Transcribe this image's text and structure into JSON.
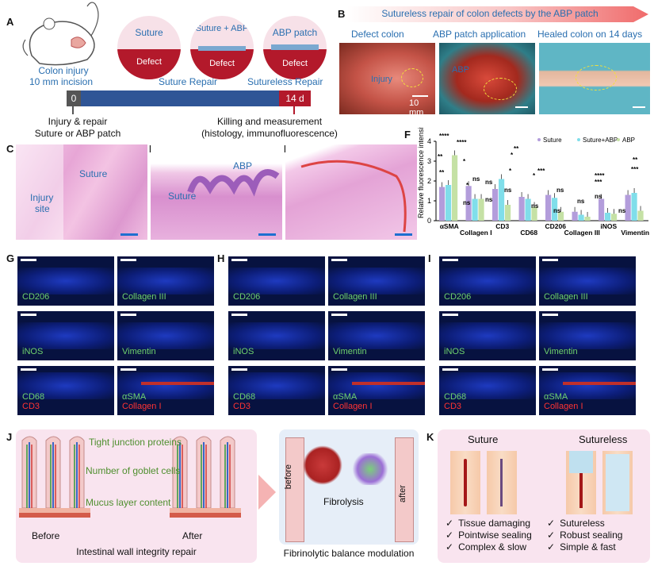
{
  "panels": {
    "A": "A",
    "B": "B",
    "C": "C",
    "D": "D",
    "E": "E",
    "F": "F",
    "G": "G",
    "H": "H",
    "I": "I",
    "J": "J",
    "K": "K"
  },
  "panelA": {
    "title1": "Colon injury",
    "title2": "10 mm incision",
    "bubble1_label": "Suture",
    "bubble1_defect": "Defect",
    "bubble2_label": "Suture + ABP",
    "bubble2_defect": "Defect",
    "bubble3_label": "ABP patch",
    "bubble3_defect": "Defect",
    "suture_repair": "Suture Repair",
    "sutureless_repair": "Sutureless Repair",
    "t0": "0",
    "t14": "14 d",
    "left_note1": "Injury & repair",
    "left_note2": "Suture or ABP patch",
    "right_note1": "Killing and measurement",
    "right_note2": "(histology, immunofluorescence)"
  },
  "panelB": {
    "header": "Sutureless repair of colon defects by the ABP patch",
    "photo1_title": "Defect colon",
    "photo2_title": "ABP patch application",
    "photo3_title": "Healed colon on 14 days",
    "injury": "Injury",
    "scale": "10 mm",
    "abp": "ABP"
  },
  "panelC": {
    "suture": "Suture",
    "injury1": "Injury",
    "injury2": "site"
  },
  "panelD": {
    "abp": "ABP",
    "suture": "Suture"
  },
  "chart_data": {
    "type": "bar",
    "ylabel": "Relative fluorescence intensity",
    "ylim": [
      0,
      4
    ],
    "yticks": [
      0,
      1,
      2,
      3,
      4
    ],
    "categories": [
      "αSMA",
      "Collagen I",
      "CD3",
      "CD68",
      "CD206",
      "Collagen III",
      "iNOS",
      "Vimentin"
    ],
    "legend_placement": "top-right",
    "series": [
      {
        "name": "Suture",
        "color": "#b39ddb",
        "values": [
          1.7,
          1.75,
          1.6,
          1.2,
          1.3,
          0.45,
          1.1,
          1.3
        ]
      },
      {
        "name": "Suture+ABP",
        "color": "#80deea",
        "values": [
          1.8,
          1.1,
          2.1,
          1.1,
          1.15,
          0.3,
          0.4,
          1.4
        ]
      },
      {
        "name": "ABP",
        "color": "#c5e1a5",
        "values": [
          3.3,
          1.1,
          0.8,
          0.7,
          0.45,
          0.2,
          0.35,
          0.5
        ]
      }
    ],
    "significance": [
      "****",
      "****",
      "**",
      "*",
      "**",
      "*",
      "ns",
      "ns",
      "ns",
      "ns",
      "*",
      "*",
      "ns",
      "*",
      "**",
      "***",
      "ns",
      "ns",
      "ns",
      "****",
      "***",
      "ns",
      "**",
      "***",
      "ns",
      "ns"
    ]
  },
  "fluorG": [
    {
      "label": "CD206"
    },
    {
      "label": "Collagen III"
    },
    {
      "label": "iNOS"
    },
    {
      "label": "Vimentin"
    },
    {
      "label": "CD68",
      "label2": "CD3"
    },
    {
      "label": "αSMA",
      "label2": "Collagen I"
    }
  ],
  "fluorH": [
    {
      "label": "CD206"
    },
    {
      "label": "Collagen III"
    },
    {
      "label": "iNOS"
    },
    {
      "label": "Vimentin"
    },
    {
      "label": "CD68",
      "label2": "CD3"
    },
    {
      "label": "αSMA",
      "label2": "Collagen I"
    }
  ],
  "fluorI": [
    {
      "label": "CD206"
    },
    {
      "label": "Collagen III"
    },
    {
      "label": "iNOS"
    },
    {
      "label": "Vimentin"
    },
    {
      "label": "CD68",
      "label2": "CD3"
    },
    {
      "label": "αSMA",
      "label2": "Collagen I"
    }
  ],
  "panelJ": {
    "item1": "Tight junction proteins",
    "item2": "Number of goblet cells",
    "item3": "Mucus layer content",
    "before": "Before",
    "after": "After",
    "caption": "Intestinal wall integrity repair",
    "b_before": "before",
    "b_after": "after",
    "fibrolysis": "Fibrolysis",
    "caption2": "Fibrinolytic balance modulation"
  },
  "panelK": {
    "suture": "Suture",
    "sutureless": "Sutureless",
    "left": [
      "Tissue damaging",
      "Pointwise sealing",
      "Complex & slow"
    ],
    "right": [
      "Sutureless",
      "Robust sealing",
      "Simple & fast"
    ],
    "check": "✓"
  }
}
